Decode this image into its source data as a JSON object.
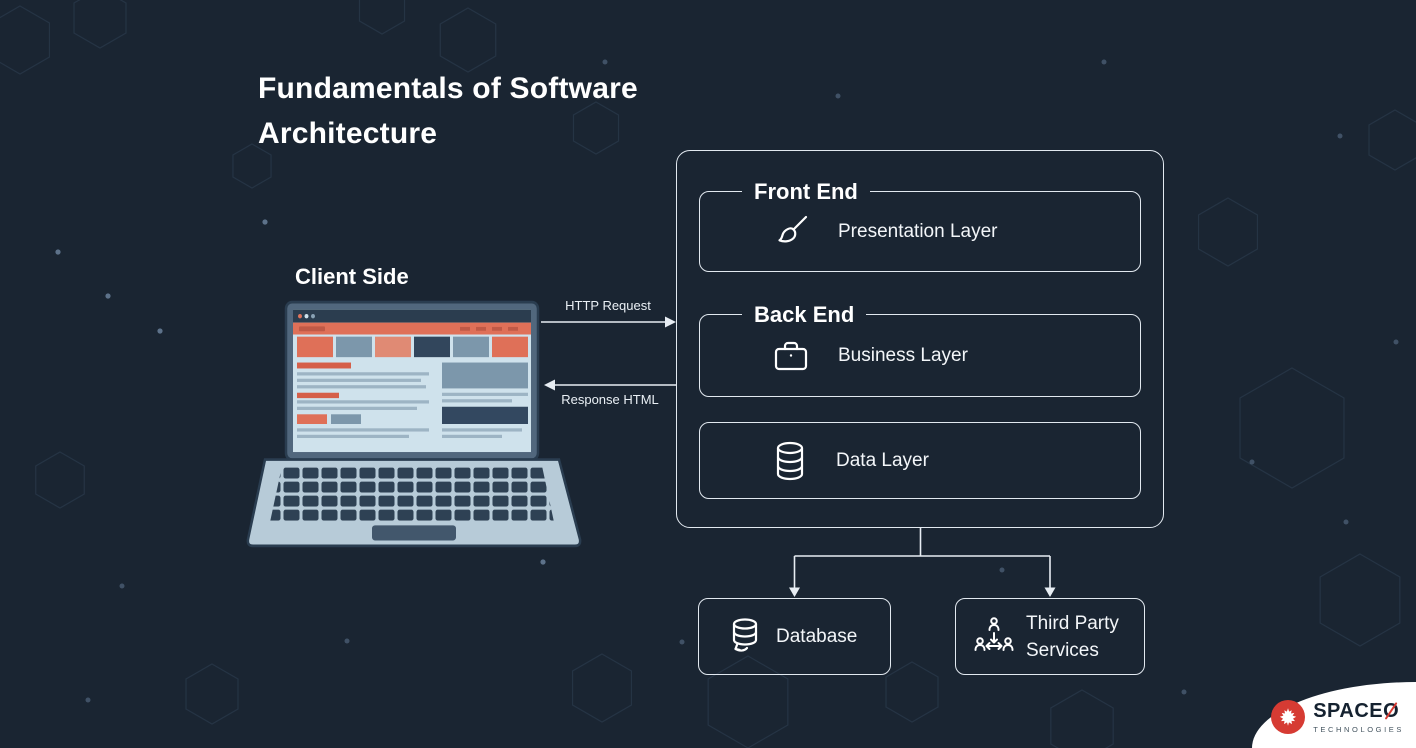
{
  "title": {
    "line1": "Fundamentals of Software",
    "line2": "Architecture"
  },
  "client_side": {
    "label": "Client Side"
  },
  "connections": {
    "http_request": "HTTP Request",
    "response_html": "Response HTML"
  },
  "server_stack": {
    "sections": [
      {
        "legend": "Front End",
        "layer": "Presentation Layer",
        "icon": "paintbrush-icon"
      },
      {
        "legend": "Back End",
        "layer": "Business Layer",
        "icon": "briefcase-icon"
      },
      {
        "legend": "",
        "layer": "Data Layer",
        "icon": "database-icon"
      }
    ]
  },
  "external_services": [
    {
      "label": "Database",
      "icon": "database-sync-icon"
    },
    {
      "label": "Third Party Services",
      "icon": "team-icon"
    }
  ],
  "branding": {
    "brand": "SPACE",
    "brand_o": "O",
    "tagline": "TECHNOLOGIES"
  },
  "colors": {
    "background": "#1a2532",
    "outline": "#e2e9f0",
    "accent_red": "#d63b33",
    "laptop_salmon": "#df7058",
    "laptop_slate": "#7c97ab",
    "laptop_screen": "#cfe2ec"
  }
}
